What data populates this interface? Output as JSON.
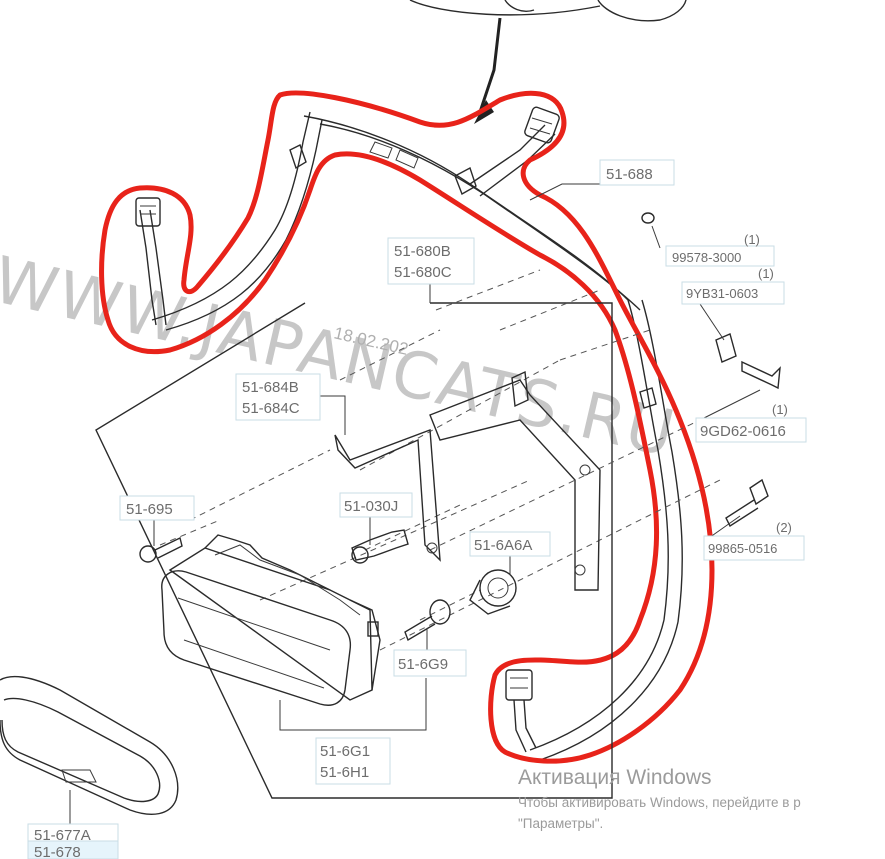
{
  "watermark": "WWW.JAPANCATS.RU",
  "date_stamp": "18.02.202",
  "labels": {
    "p688": "51-688",
    "p680b": "51-680B",
    "p680c": "51-680C",
    "p684b": "51-684B",
    "p684c": "51-684C",
    "p695": "51-695",
    "p030j": "51-030J",
    "p6a6a": "51-6A6A",
    "p6g9": "51-6G9",
    "p6g1": "51-6G1",
    "p6h1": "51-6H1",
    "p677a": "51-677A",
    "p678": "51-678",
    "bolt1": "99578-3000",
    "bolt1_qty": "(1)",
    "nut": "9YB31-0603",
    "nut_qty": "(1)",
    "bolt2": "9GD62-0616",
    "bolt2_qty": "(1)",
    "bolt3": "99865-0516",
    "bolt3_qty": "(2)"
  },
  "activation": {
    "title": "Активация Windows",
    "line1": "Чтобы активировать Windows, перейдите в р",
    "line2": "\"Параметры\"."
  },
  "colors": {
    "highlight": "#e8231a",
    "line": "#2b2b2b",
    "label_text": "#6d6d6d"
  }
}
